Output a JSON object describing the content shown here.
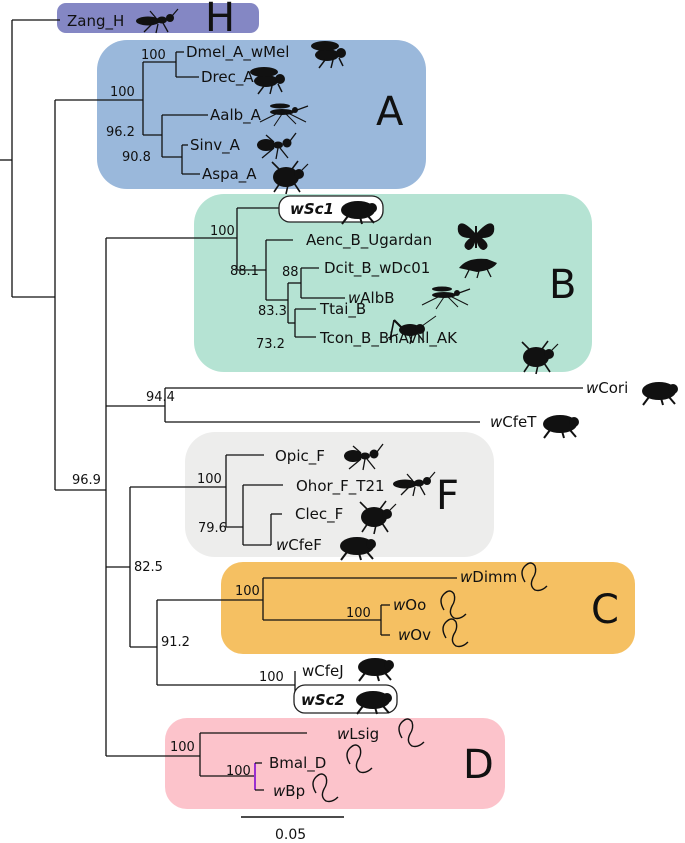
{
  "clades": [
    {
      "label": "H",
      "color": "#8487c4"
    },
    {
      "label": "A",
      "color": "#9ab8db"
    },
    {
      "label": "B",
      "color": "#b5e3d3"
    },
    {
      "label": "F",
      "color": "#ededec"
    },
    {
      "label": "C",
      "color": "#f5c062"
    },
    {
      "label": "D",
      "color": "#fcc3cb"
    }
  ],
  "tips": {
    "zang": "Zang_H",
    "dmel": "Dmel_A_wMel",
    "drec": "Drec_A",
    "aalb": "Aalb_A",
    "sinv": "Sinv_A",
    "aspa": "Aspa_A",
    "wsc1": {
      "prefix": "w",
      "rest": "Sc1"
    },
    "aenc": "Aenc_B_Ugardan",
    "dcit": "Dcit_B_wDc01",
    "walbb": {
      "prefix": "w",
      "rest": "AlbB"
    },
    "ttai": "Ttai_B",
    "tcon": "Tcon_B_BhAvill_AK",
    "wcori": {
      "prefix": "w",
      "rest": "Cori"
    },
    "wcfet": {
      "prefix": "w",
      "rest": "CfeT"
    },
    "opic": "Opic_F",
    "ohor": "Ohor_F_T21",
    "clec": "Clec_F",
    "wcfef": {
      "prefix": "w",
      "rest": "CfeF"
    },
    "wdimm": {
      "prefix": "w",
      "rest": "Dimm"
    },
    "woo": {
      "prefix": "w",
      "rest": "Oo"
    },
    "wov": {
      "prefix": "w",
      "rest": "Ov"
    },
    "wcfej": "wCfeJ",
    "wsc2": {
      "prefix": "w",
      "rest": "Sc2"
    },
    "wlsig": {
      "prefix": "w",
      "rest": "Lsig"
    },
    "bmal": "Bmal_D",
    "wbp": {
      "prefix": "w",
      "rest": "Bp"
    }
  },
  "support": {
    "a_dmel_drec": "100",
    "a_root": "100",
    "a_inner": "96.2",
    "a_sinv_aspa": "90.8",
    "b_root": "100",
    "b_inner": "88.1",
    "b_dcit_walbb": "88",
    "b_mid": "83.3",
    "b_ttai_tcon": "73.2",
    "cori_cfet": "94.4",
    "main": "96.9",
    "f_root": "100",
    "f_clec": "79.6",
    "fc_node": "82.5",
    "c_root": "100",
    "c_oo_ov": "100",
    "c_cfej_node": "91.2",
    "cfej_sc2": "100",
    "d_root": "100",
    "d_bmal_bp": "100"
  },
  "scale_bar": {
    "label": "0.05"
  }
}
